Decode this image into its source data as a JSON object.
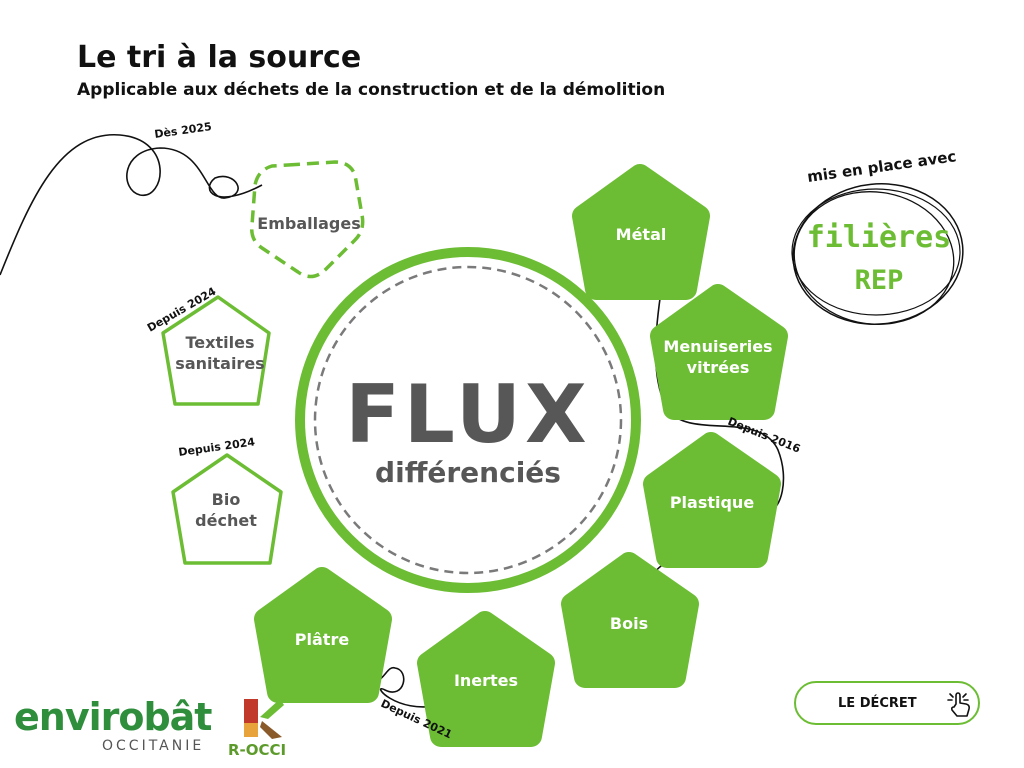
{
  "title": "Le tri à la source",
  "subtitle": "Applicable aux déchets de la construction et de la démolition",
  "center": {
    "title": "FLUX",
    "subtitle": "différenciés"
  },
  "rep": {
    "top": "mis en place avec",
    "line1": "filières",
    "line2": "REP"
  },
  "flows_filled": {
    "metal": "Métal",
    "menuiseries_1": "Menuiseries",
    "menuiseries_2": "vitrées",
    "plastique": "Plastique",
    "bois": "Bois",
    "inertes": "Inertes",
    "platre": "Plâtre"
  },
  "flows_outline": {
    "emballages": "Emballages",
    "textiles_1": "Textiles",
    "textiles_2": "sanitaires",
    "bio_1": "Bio",
    "bio_2": "déchet"
  },
  "dates": {
    "des_2025": "Dès 2025",
    "depuis_2024_textiles": "Depuis 2024",
    "depuis_2024_bio": "Depuis 2024",
    "depuis_2016": "Depuis 2016",
    "depuis_2021": "Depuis 2021"
  },
  "button": {
    "label": "LE DÉCRET"
  },
  "logo": {
    "main": "envirobât",
    "sub": "OCCITANIE"
  },
  "partner": {
    "name": "R-OCCI"
  },
  "colors": {
    "green": "#6cbd34",
    "text_gray": "#575757",
    "dark": "#111111",
    "logo_green": "#2f8e3c"
  }
}
